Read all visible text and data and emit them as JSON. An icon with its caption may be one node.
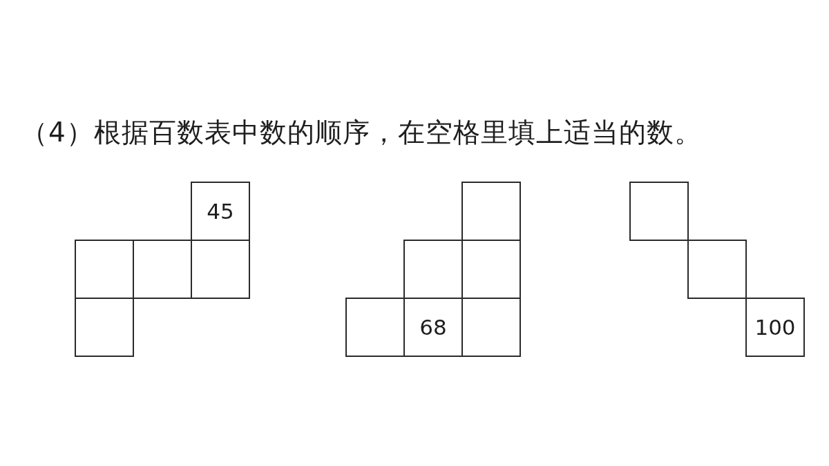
{
  "diagram": {
    "title": "（4）根据百数表中数的顺序，在空格里填上适当的数。",
    "nodes": [
      {
        "text": [
          "45"
        ]
      },
      {
        "text": [],
        "shape": "box"
      },
      {
        "text": [],
        "shape": "box"
      },
      {
        "text": [],
        "shape": "box"
      },
      {
        "text": [],
        "shape": "box"
      },
      {
        "text": [],
        "shape": "box"
      },
      {
        "text": [],
        "shape": "box"
      },
      {
        "text": [],
        "shape": "box"
      },
      {
        "text": [],
        "shape": "box"
      },
      {
        "text": [
          "68"
        ]
      },
      {
        "text": [],
        "shape": "box"
      },
      {
        "text": [],
        "shape": "box"
      },
      {
        "text": [],
        "shape": "box"
      },
      {
        "text": [
          "100"
        ]
      }
    ]
  }
}
